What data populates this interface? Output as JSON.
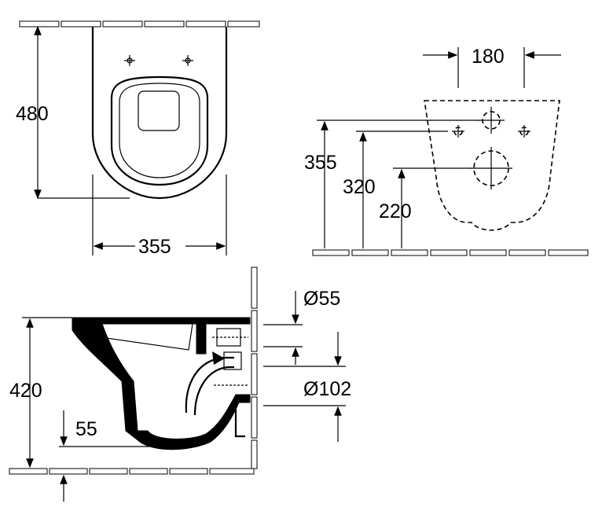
{
  "labels": {
    "top_height": "480",
    "top_width": "355",
    "front_spacing": "180",
    "front_height_a": "355",
    "front_height_b": "320",
    "front_height_c": "220",
    "side_pipe_small": "Ø55",
    "side_pipe_large": "Ø102",
    "side_height": "420",
    "side_floor": "55"
  }
}
